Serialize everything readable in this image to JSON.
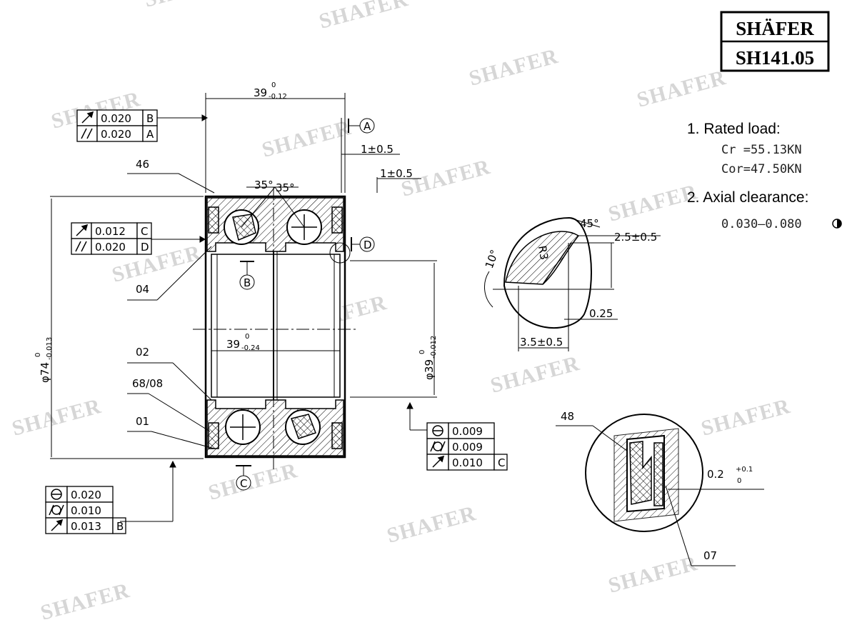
{
  "watermark_text": "SHAFER",
  "title_block": {
    "brand": "SHÄFER",
    "part_number": "SH141.05"
  },
  "notes": {
    "rated_load_heading": "1. Rated load:",
    "cr": "Cr  =55.13KN",
    "cor": "Cor=47.50KN",
    "axial_heading": "2. Axial clearance:",
    "axial_value": "0.030–0.080"
  },
  "dimensions": {
    "width_top": "39",
    "width_top_tol": "-0.12",
    "width_top_upper": "0",
    "offset_a": "1±0.5",
    "offset_b": "1±0.5",
    "angle_left": "35°",
    "angle_right": "35°",
    "outer_diameter": "φ74",
    "outer_diameter_tol": "-0.013",
    "outer_diameter_upper": "0",
    "inner_width": "39",
    "inner_width_tol": "-0.24",
    "inner_width_upper": "0",
    "bore_diameter": "φ39",
    "bore_diameter_tol": "-0.012",
    "bore_diameter_upper": "0"
  },
  "detail_groove": {
    "angle_45": "45°",
    "angle_10": "10°",
    "radius": "R3",
    "depth": "2.5±0.5",
    "gap": "0.25",
    "width": "3.5±0.5"
  },
  "detail_seal": {
    "gap": "0.2",
    "gap_upper": "+0.1",
    "gap_lower": "0"
  },
  "datums": {
    "a": "A",
    "b": "B",
    "c": "C",
    "d": "D"
  },
  "part_labels": {
    "p46": "46",
    "p04": "04",
    "p02": "02",
    "p6808": "68/08",
    "p01": "01",
    "p48": "48",
    "p07": "07"
  },
  "tolerance_frames": {
    "top_left": [
      {
        "symbol": "runout-icon",
        "value": "0.020",
        "datum": "B"
      },
      {
        "symbol": "parallelism-icon",
        "value": "0.020",
        "datum": "A"
      }
    ],
    "mid_left": [
      {
        "symbol": "runout-icon",
        "value": "0.012",
        "datum": "C"
      },
      {
        "symbol": "parallelism-icon",
        "value": "0.020",
        "datum": "D"
      }
    ],
    "bottom_left": [
      {
        "symbol": "roundness-icon",
        "value": "0.020",
        "datum": ""
      },
      {
        "symbol": "cylindricity-icon",
        "value": "0.010",
        "datum": ""
      },
      {
        "symbol": "runout-icon",
        "value": "0.013",
        "datum": "B"
      }
    ],
    "bottom_mid": [
      {
        "symbol": "roundness-icon",
        "value": "0.009",
        "datum": ""
      },
      {
        "symbol": "cylindricity-icon",
        "value": "0.009",
        "datum": ""
      },
      {
        "symbol": "runout-icon",
        "value": "0.010",
        "datum": "C"
      }
    ]
  }
}
